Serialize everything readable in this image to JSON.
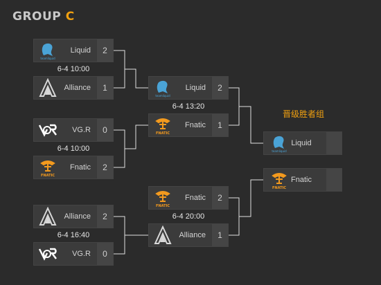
{
  "header": {
    "group_word": "GROUP",
    "group_letter": "C"
  },
  "round1": [
    {
      "team1": "Liquid",
      "score1": "2",
      "team2": "Alliance",
      "score2": "1",
      "date": "6-4 10:00"
    },
    {
      "team1": "VG.R",
      "score1": "0",
      "team2": "Fnatic",
      "score2": "2",
      "date": "6-4 10:00"
    },
    {
      "team1": "Alliance",
      "score1": "2",
      "team2": "VG.R",
      "score2": "0",
      "date": "6-4 16:40"
    }
  ],
  "round2": [
    {
      "team1": "Liquid",
      "score1": "2",
      "team2": "Fnatic",
      "score2": "1",
      "date": "6-4 13:20"
    },
    {
      "team1": "Fnatic",
      "score1": "2",
      "team2": "Alliance",
      "score2": "1",
      "date": "6-4 20:00"
    }
  ],
  "advance": {
    "label": "晋级胜者组",
    "team1": "Liquid",
    "team2": "Fnatic"
  },
  "colors": {
    "accent": "#f0a010",
    "liquid": "#4aa3d6",
    "fnatic": "#f39a1e",
    "alliance": "#d8d8d8",
    "vgr": "#ffffff"
  },
  "logos": {
    "Liquid": "liquid-logo-icon",
    "Alliance": "alliance-logo-icon",
    "VG.R": "vgr-logo-icon",
    "Fnatic": "fnatic-logo-icon"
  }
}
